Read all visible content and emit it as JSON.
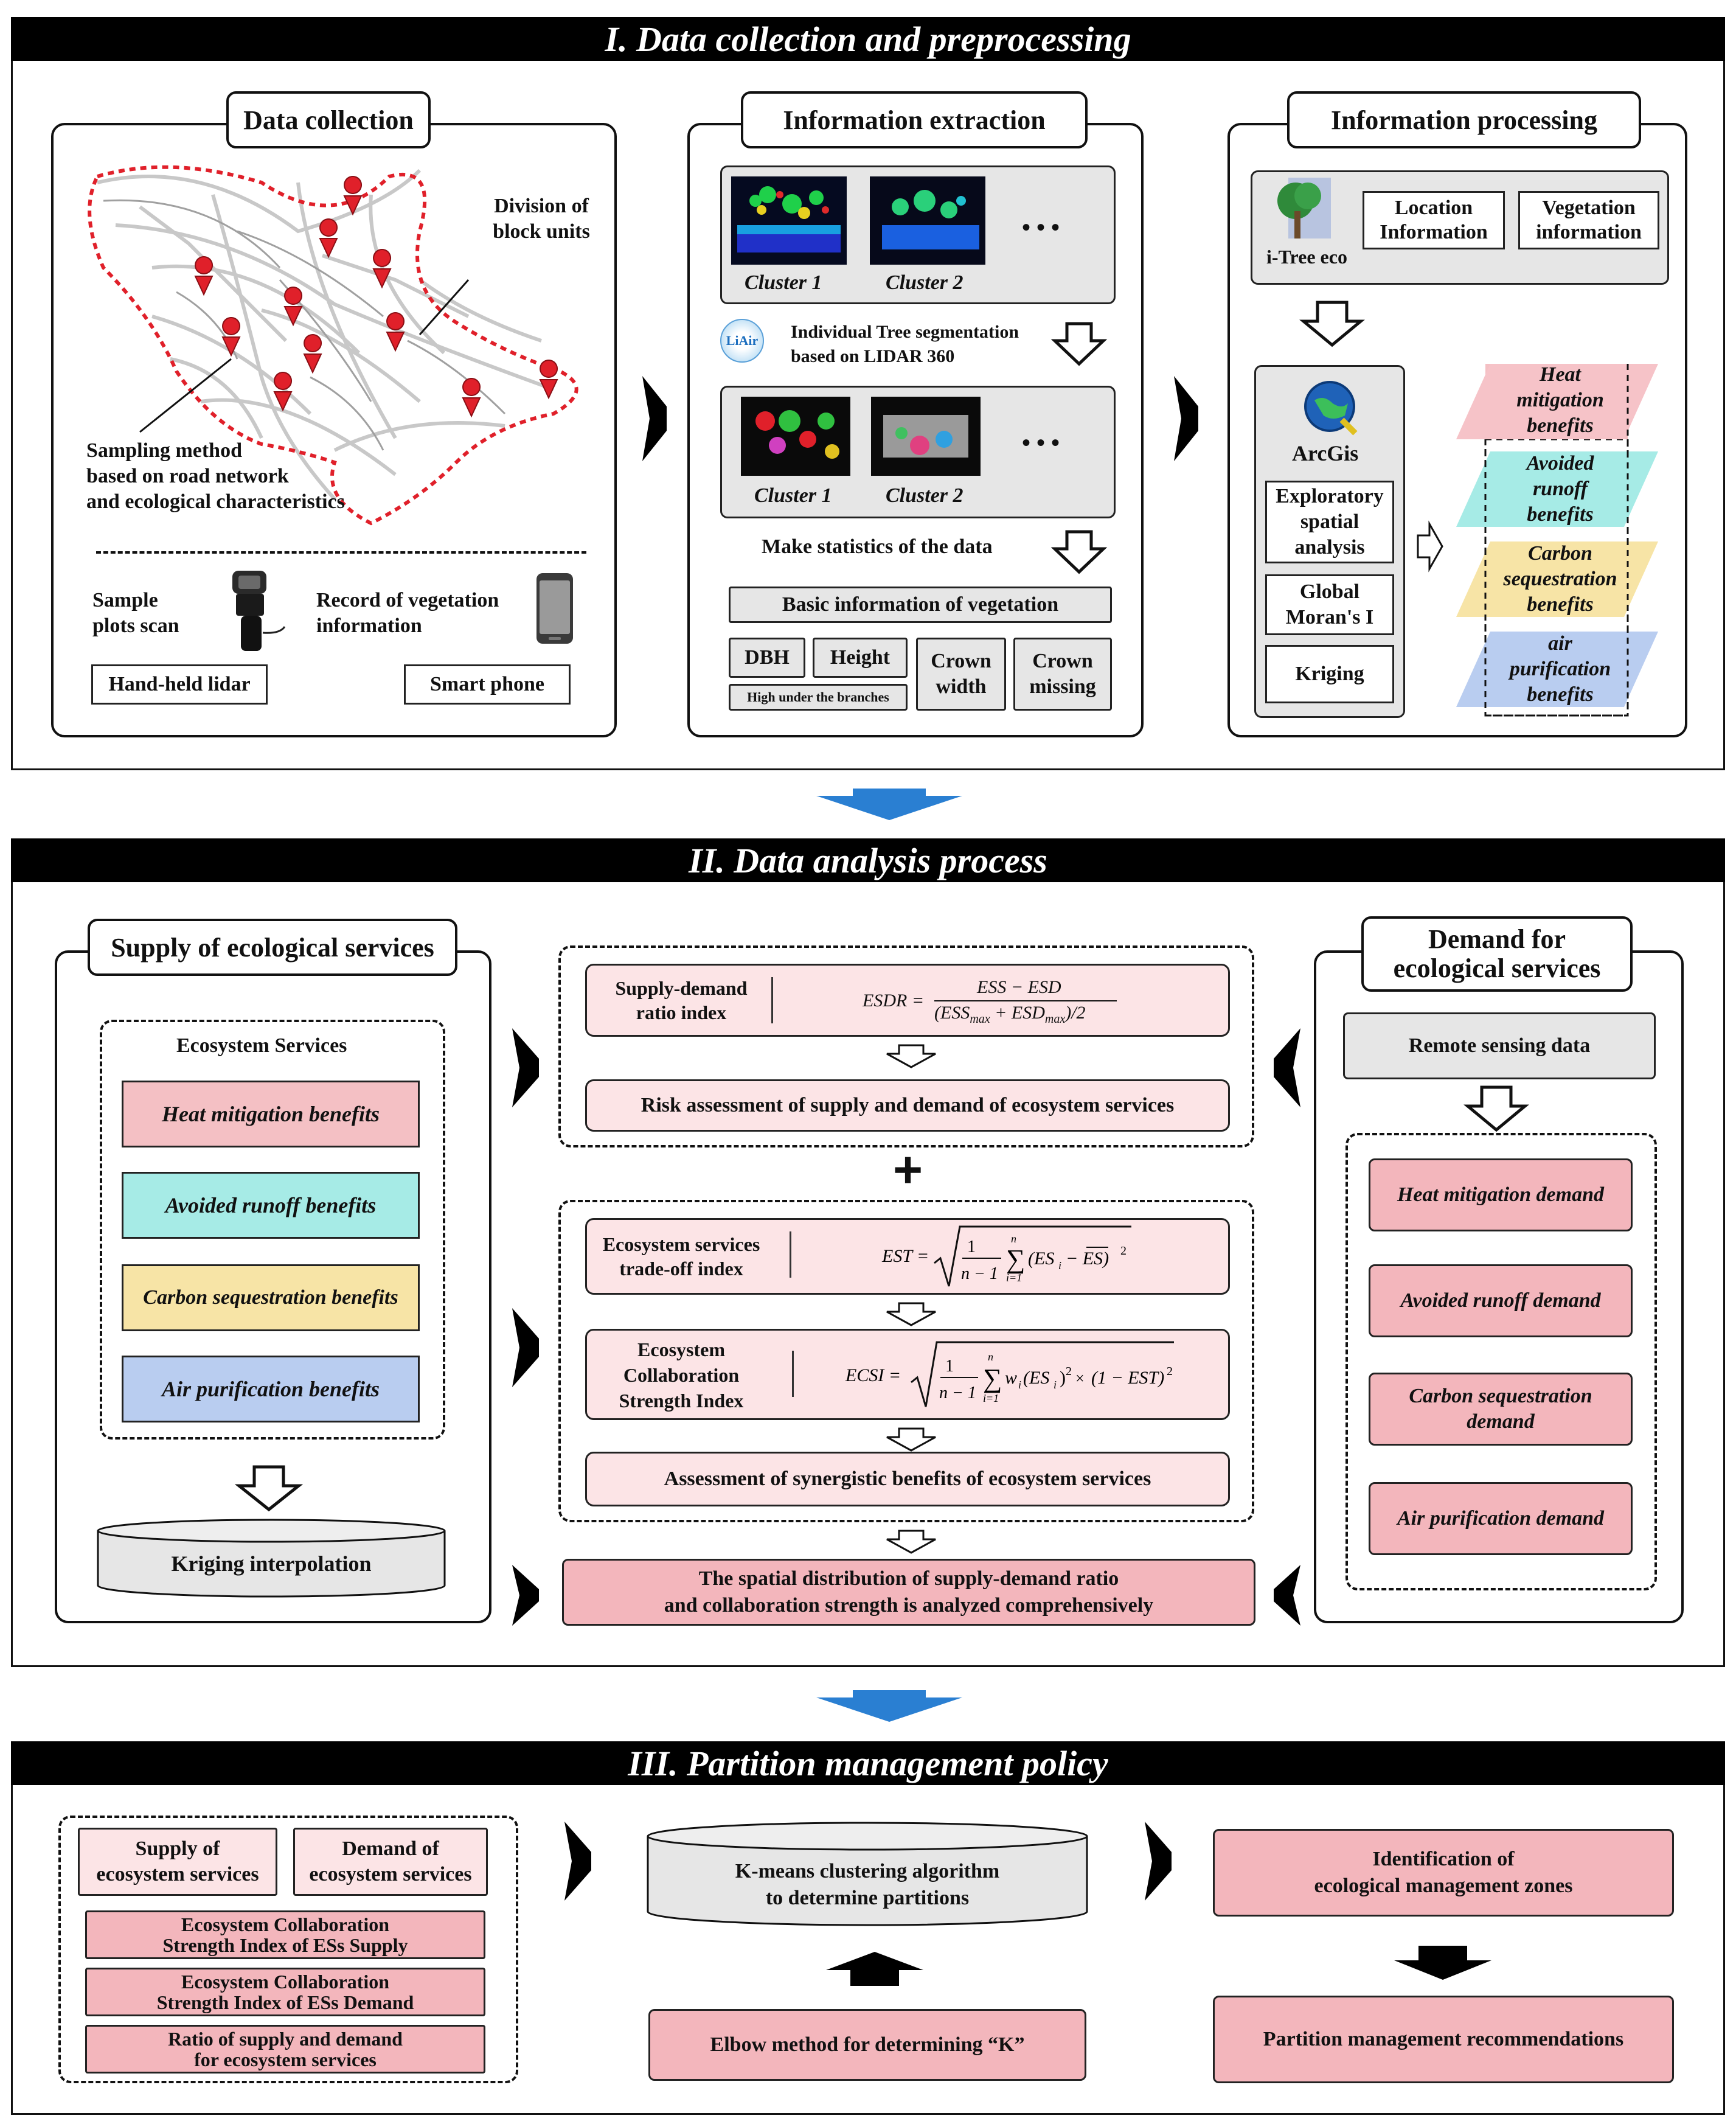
{
  "sections": {
    "s1_title": "I. Data collection and preprocessing",
    "s2_title": "II. Data analysis process",
    "s3_title": "III. Partition management policy"
  },
  "data_collection": {
    "title": "Data collection",
    "division_label": "Division of\nblock units",
    "sampling_label": "Sampling method\nbased on road network\nand ecological characteristics",
    "sample_plots": "Sample\nplots scan",
    "record_label": "Record of vegetation\ninformation",
    "lidar_label": "Hand-held lidar",
    "phone_label": "Smart phone"
  },
  "info_extraction": {
    "title": "Information extraction",
    "cluster1": "Cluster 1",
    "cluster2": "Cluster 2",
    "ellipsis": "• • •",
    "liair_logo": "LiAir",
    "segmentation": "Individual Tree segmentation\nbased on LIDAR 360",
    "statistics": "Make statistics of the data",
    "basic_info": "Basic information of vegetation",
    "dbh": "DBH",
    "height": "Height",
    "high_under": "High under the branches",
    "crown_width": "Crown\nwidth",
    "crown_missing": "Crown\nmissing"
  },
  "info_processing": {
    "title": "Information processing",
    "itree": "i-Tree eco",
    "location": "Location\nInformation",
    "vegetation": "Vegetation\ninformation",
    "arcgis": "ArcGis",
    "exploratory": "Exploratory\nspatial\nanalysis",
    "moran": "Global\nMoran's I",
    "kriging": "Kriging",
    "layers": [
      "Heat\nmitigation\nbenefits",
      "Avoided\nrunoff\nbenefits",
      "Carbon\nsequestration\nbenefits",
      "air\npurification\nbenefits"
    ]
  },
  "supply": {
    "title": "Supply of ecological services",
    "es_title": "Ecosystem Services",
    "items": [
      "Heat mitigation benefits",
      "Avoided runoff benefits",
      "Carbon sequestration benefits",
      "Air purification benefits"
    ],
    "kriging": "Kriging interpolation"
  },
  "analysis": {
    "sdr_label": "Supply-demand\nratio index",
    "risk": "Risk assessment of supply and demand of ecosystem services",
    "plus": "+",
    "est_label": "Ecosystem services\ntrade-off index",
    "ecsi_label": "Ecosystem\nCollaboration\nStrength Index",
    "synergy": "Assessment of synergistic benefits of ecosystem services",
    "final": "The spatial distribution of supply-demand ratio\nand collaboration strength is analyzed comprehensively"
  },
  "formulas": {
    "esdr_lhs": "ESDR =",
    "esdr_num": "ESS − ESD",
    "esdr_den": "(ESS",
    "esdr_den2": "max",
    "esdr_den3": " + ESD",
    "esdr_den4": "max",
    "esdr_den5": ")/2",
    "est_lhs": "EST =",
    "ecsi_lhs": "ECSI ="
  },
  "demand": {
    "title": "Demand for\necological services",
    "remote": "Remote sensing data",
    "items": [
      "Heat mitigation demand",
      "Avoided runoff demand",
      "Carbon sequestration\ndemand",
      "Air purification demand"
    ]
  },
  "partition": {
    "supply_es": "Supply of\necosystem services",
    "demand_es": "Demand of\necosystem services",
    "ecsi_supply": "Ecosystem Collaboration\nStrength Index of ESs Supply",
    "ecsi_demand": "Ecosystem Collaboration\nStrength Index of ESs Demand",
    "ratio": "Ratio of supply and demand\nfor ecosystem services",
    "kmeans": "K-means clustering algorithm\nto determine partitions",
    "elbow": "Elbow method for determining “K”",
    "identification": "Identification of\necological management zones",
    "recommendations": "Partition management recommendations"
  },
  "colors": {
    "pink": "#f4c0c4",
    "cyan": "#a6ebe6",
    "yellow": "#f7e4a6",
    "blue": "#b9cdf0",
    "arrow_blue": "#2a7fd2"
  }
}
